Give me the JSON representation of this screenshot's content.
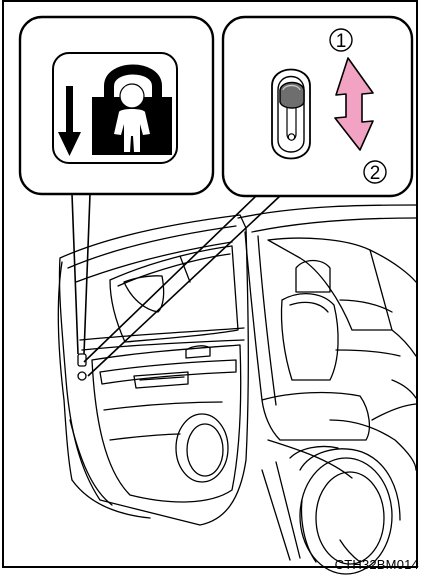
{
  "callouts": {
    "step_1": "1",
    "step_2": "2"
  },
  "figure_code": "CTH32BM014",
  "icons": {
    "lock_icon": "child-safety-lock-icon",
    "arrow": "down-arrow-icon",
    "lever": "child-lock-lever-icon",
    "direction_arrow": "double-headed-arrow-icon"
  },
  "colors": {
    "arrow_fill": "#f2a3c4",
    "icon_black": "#000000",
    "lever_gray": "#6e6e6e"
  }
}
